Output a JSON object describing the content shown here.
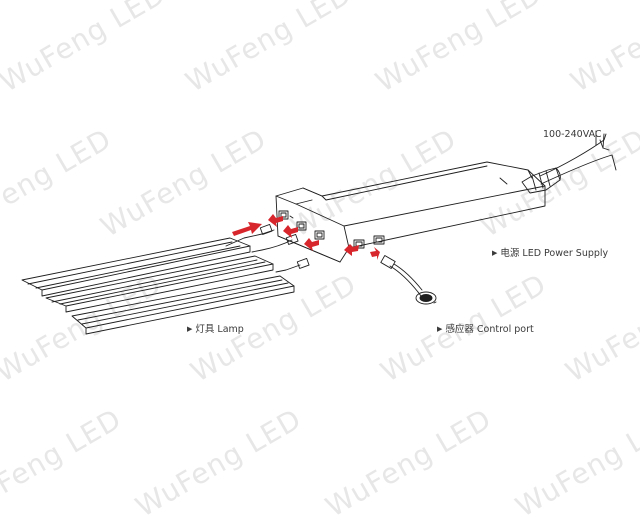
{
  "watermark": "WuFeng LED",
  "labels": {
    "input_voltage": "100-240VAC",
    "power_supply": "电源 LED Power Supply",
    "lamp": "灯具 Lamp",
    "control_port": "感应器 Control port"
  },
  "marker_glyph": "▶",
  "colors": {
    "line": "#1f1f1f",
    "arrow": "#d8262d",
    "watermark": "#e7e7e7"
  }
}
